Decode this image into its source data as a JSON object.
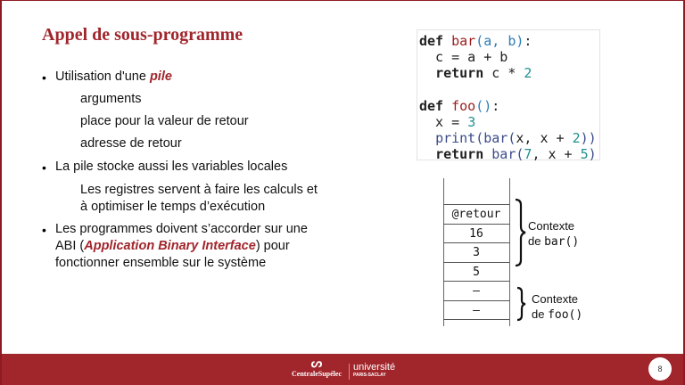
{
  "title": "Appel de sous-programme",
  "bullets": {
    "b1_pre": "Utilisation d'une ",
    "b1_em": "pile",
    "s1": "arguments",
    "s2": "place pour la valeur de retour",
    "s3": "adresse de retour",
    "b2": "La pile stocke aussi les variables locales",
    "s4a": "Les registres servent à faire les calculs et",
    "s4b": "à optimiser le temps d’exécution",
    "b3a": "Les programmes doivent s’accorder sur une",
    "b3b_pre": "ABI (",
    "b3b_em": "Application Binary Interface",
    "b3b_post": ") pour",
    "b3c": "fonctionner ensemble sur le système"
  },
  "code": [
    [
      [
        "def",
        "kw"
      ],
      [
        " ",
        ""
      ],
      [
        "bar",
        "fn"
      ],
      [
        "(a, b)",
        "pn"
      ],
      [
        ":",
        ""
      ]
    ],
    [
      [
        "  c = a + b",
        ""
      ]
    ],
    [
      [
        "  ",
        ""
      ],
      [
        "return",
        "kw"
      ],
      [
        " c * ",
        ""
      ],
      [
        "2",
        "nm"
      ]
    ],
    [],
    [
      [
        "def",
        "kw"
      ],
      [
        " ",
        ""
      ],
      [
        "foo",
        "fn"
      ],
      [
        "()",
        "pn"
      ],
      [
        ":",
        ""
      ]
    ],
    [
      [
        "  x = ",
        ""
      ],
      [
        "3",
        "nm"
      ]
    ],
    [
      [
        "  ",
        ""
      ],
      [
        "print(bar(",
        "bi"
      ],
      [
        "x, x + ",
        ""
      ],
      [
        "2",
        "nm"
      ],
      [
        "))",
        "bi"
      ]
    ],
    [
      [
        "  ",
        ""
      ],
      [
        "return",
        "kw"
      ],
      [
        " ",
        ""
      ],
      [
        "bar(",
        "bi"
      ],
      [
        "7",
        "nm"
      ],
      [
        ", x + ",
        ""
      ],
      [
        "5",
        "nm"
      ],
      [
        ")",
        "bi"
      ]
    ]
  ],
  "stack": [
    "@retour",
    "16",
    "3",
    "5",
    "–",
    "–"
  ],
  "contexts": {
    "bar_l1": "Contexte",
    "bar_l2a": "de ",
    "bar_l2b": "bar()",
    "foo_l1": "Contexte",
    "foo_l2a": "de ",
    "foo_l2b": "foo()"
  },
  "footer": {
    "logo1": "CentraleSupélec",
    "logo2": "université",
    "logo3": "PARIS-SACLAY",
    "page": "8"
  },
  "colors": {
    "accent": "#a0262c"
  }
}
